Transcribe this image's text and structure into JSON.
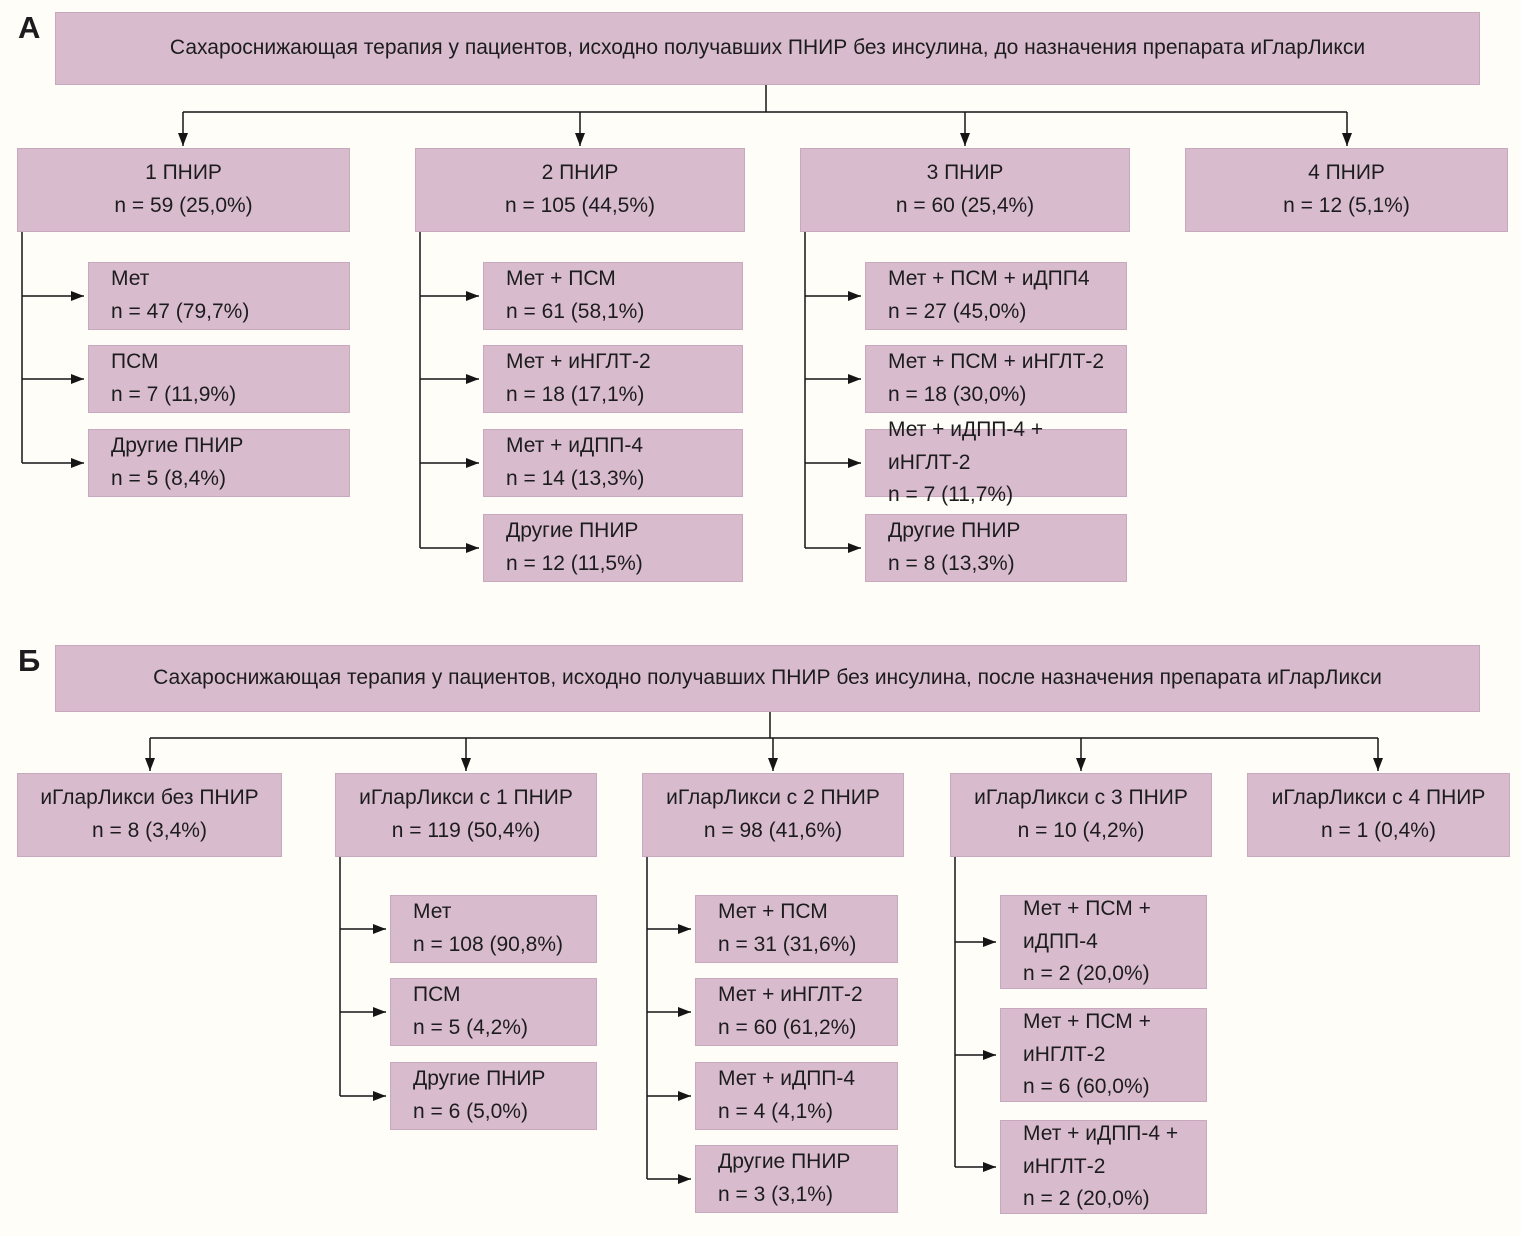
{
  "colors": {
    "box_fill": "#d8bccd",
    "box_border": "#c7a8bc",
    "line": "#151515",
    "background": "#fffdf8"
  },
  "section_a": {
    "label": "А",
    "title": "Сахароснижающая терапия у пациентов, исходно получавших ПНИР без инсулина, до назначения препарата иГларЛикси",
    "groups": [
      {
        "label": "1 ПНИР",
        "count": "n = 59 (25,0%)",
        "children": [
          {
            "label": "Мет",
            "count": "n = 47 (79,7%)"
          },
          {
            "label": "ПСМ",
            "count": "n = 7 (11,9%)"
          },
          {
            "label": "Другие ПНИР",
            "count": "n = 5 (8,4%)"
          }
        ]
      },
      {
        "label": "2 ПНИР",
        "count": "n = 105 (44,5%)",
        "children": [
          {
            "label": "Мет + ПСМ",
            "count": "n = 61 (58,1%)"
          },
          {
            "label": "Мет + иНГЛТ-2",
            "count": "n = 18 (17,1%)"
          },
          {
            "label": "Мет + иДПП-4",
            "count": "n = 14 (13,3%)"
          },
          {
            "label": "Другие ПНИР",
            "count": "n = 12 (11,5%)"
          }
        ]
      },
      {
        "label": "3 ПНИР",
        "count": "n = 60 (25,4%)",
        "children": [
          {
            "label": "Мет + ПСМ + иДПП4",
            "count": "n = 27 (45,0%)"
          },
          {
            "label": "Мет + ПСМ + иНГЛТ-2",
            "count": "n = 18 (30,0%)"
          },
          {
            "label": "Мет + иДПП-4 + иНГЛТ-2",
            "count": "n = 7 (11,7%)"
          },
          {
            "label": "Другие ПНИР",
            "count": "n = 8 (13,3%)"
          }
        ]
      },
      {
        "label": "4 ПНИР",
        "count": "n = 12 (5,1%)",
        "children": []
      }
    ]
  },
  "section_b": {
    "label": "Б",
    "title": "Сахароснижающая терапия у пациентов, исходно получавших ПНИР без инсулина, после назначения препарата иГларЛикси",
    "groups": [
      {
        "label": "иГларЛикси без ПНИР",
        "count": "n = 8 (3,4%)",
        "children": []
      },
      {
        "label": "иГларЛикси с 1 ПНИР",
        "count": "n = 119 (50,4%)",
        "children": [
          {
            "label": "Мет",
            "count": "n = 108 (90,8%)"
          },
          {
            "label": "ПСМ",
            "count": "n = 5 (4,2%)"
          },
          {
            "label": "Другие ПНИР",
            "count": "n = 6 (5,0%)"
          }
        ]
      },
      {
        "label": "иГларЛикси с 2 ПНИР",
        "count": "n = 98 (41,6%)",
        "children": [
          {
            "label": "Мет + ПСМ",
            "count": "n = 31 (31,6%)"
          },
          {
            "label": "Мет + иНГЛТ-2",
            "count": "n = 60 (61,2%)"
          },
          {
            "label": "Мет + иДПП-4",
            "count": "n = 4 (4,1%)"
          },
          {
            "label": "Другие ПНИР",
            "count": "n = 3 (3,1%)"
          }
        ]
      },
      {
        "label": "иГларЛикси с 3 ПНИР",
        "count": "n = 10 (4,2%)",
        "children": [
          {
            "label": "Мет + ПСМ +\nиДПП-4",
            "count": "n = 2 (20,0%)"
          },
          {
            "label": "Мет + ПСМ +\nиНГЛТ-2",
            "count": "n = 6 (60,0%)"
          },
          {
            "label": "Мет + иДПП-4 +\nиНГЛТ-2",
            "count": "n = 2 (20,0%)"
          }
        ]
      },
      {
        "label": "иГларЛикси с 4 ПНИР",
        "count": "n = 1 (0,4%)",
        "children": []
      }
    ]
  }
}
